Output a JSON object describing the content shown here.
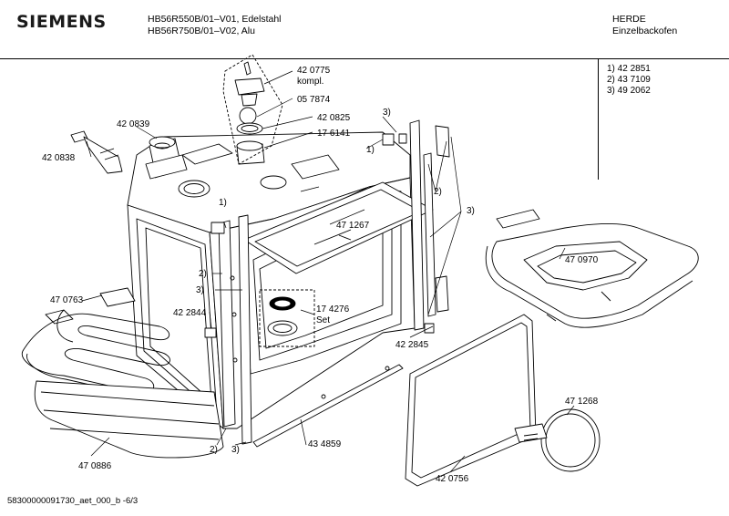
{
  "header": {
    "brand": "SIEMENS",
    "models": [
      "HB56R550B/01–V01, Edelstahl",
      "HB56R750B/01–V02, Alu"
    ],
    "category": [
      "HERDE",
      "Einzelbackofen"
    ]
  },
  "legend": [
    "1) 42 2851",
    "2) 43 7109",
    "3) 49 2062"
  ],
  "labels": {
    "p420775": "42 0775",
    "kompl": "kompl.",
    "p057874": "05 7874",
    "p420825": "42 0825",
    "p176141": "17 6141",
    "p420839": "42 0839",
    "p420838": "42 0838",
    "p471267": "47 1267",
    "p470970": "47 0970",
    "p470763": "47 0763",
    "p422844": "42 2844",
    "p174276": "17 4276",
    "set": "Set",
    "p422845": "42 2845",
    "p434859": "43 4859",
    "p470886": "47 0886",
    "p420756": "42 0756",
    "p471268": "47 1268",
    "c1a": "1)",
    "c1b": "1)",
    "c2a": "2)",
    "c2b": "2)",
    "c2c": "2)",
    "c3a": "3)",
    "c3b": "3)",
    "c3c": "3)",
    "c3d": "3)"
  },
  "footer": "58300000091730_aet_000_b -6/3"
}
